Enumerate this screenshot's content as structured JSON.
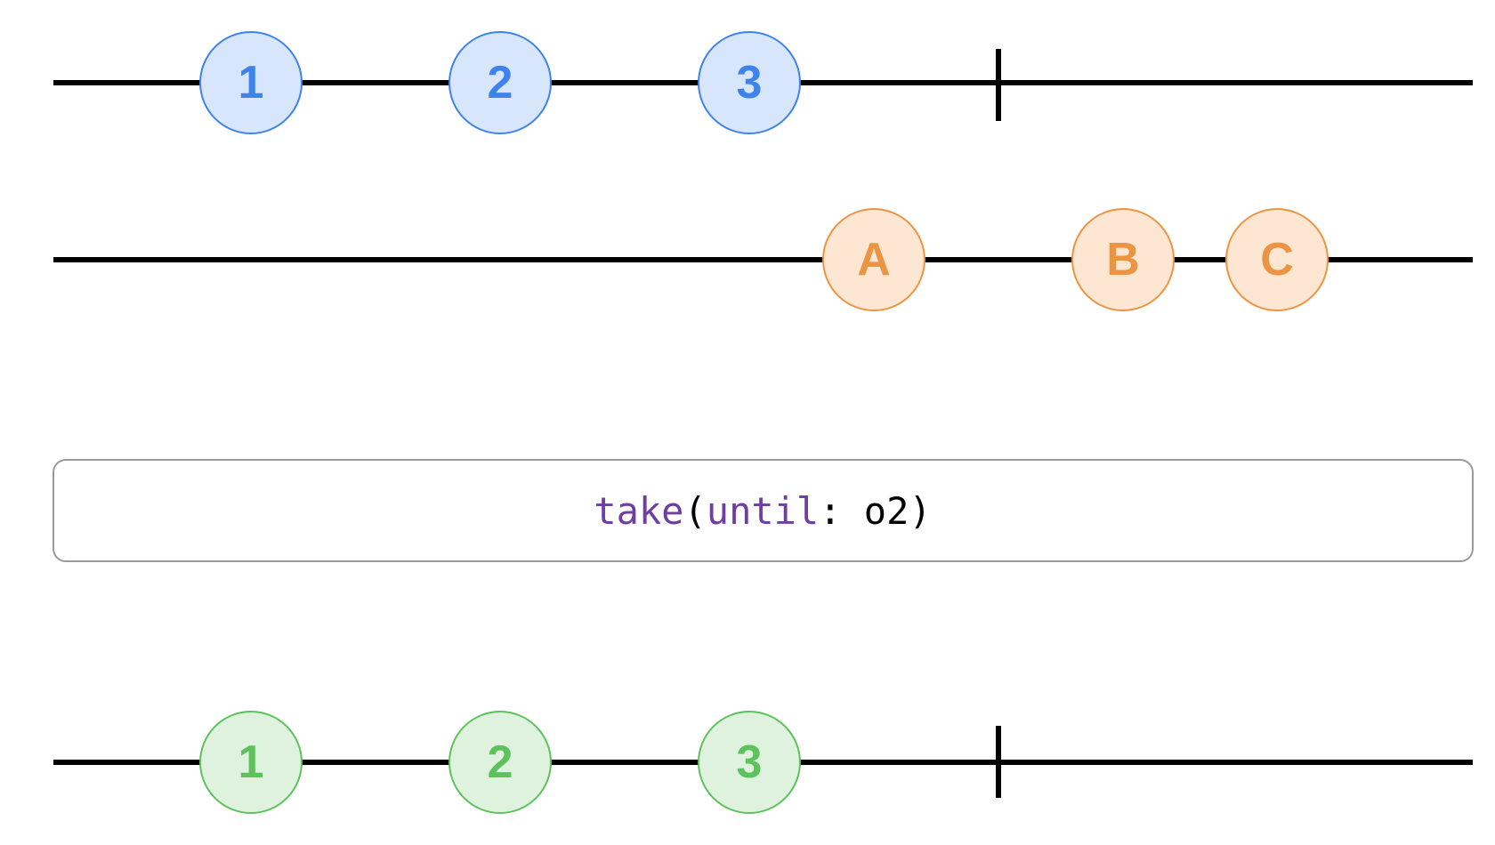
{
  "colors": {
    "line": "#000000",
    "source_fill": "#d8e6fb",
    "source_stroke": "#3e82ec",
    "source_text": "#3e82ec",
    "trigger_fill": "#fde7d2",
    "trigger_stroke": "#ed9443",
    "trigger_text": "#ed9443",
    "result_fill": "#dff2de",
    "result_stroke": "#5dc25b",
    "result_text": "#5dc25b",
    "operator_border": "#9a9a9a",
    "keyword": "#6e3fa3",
    "plain": "#000000"
  },
  "source": {
    "marbles": [
      {
        "label": "1"
      },
      {
        "label": "2"
      },
      {
        "label": "3"
      }
    ]
  },
  "trigger": {
    "marbles": [
      {
        "label": "A"
      },
      {
        "label": "B"
      },
      {
        "label": "C"
      }
    ]
  },
  "operator": {
    "func": "take",
    "open_paren": "(",
    "param": "until",
    "colon": ":",
    "arg": " o2",
    "close_paren": ")"
  },
  "result": {
    "marbles": [
      {
        "label": "1"
      },
      {
        "label": "2"
      },
      {
        "label": "3"
      }
    ]
  }
}
